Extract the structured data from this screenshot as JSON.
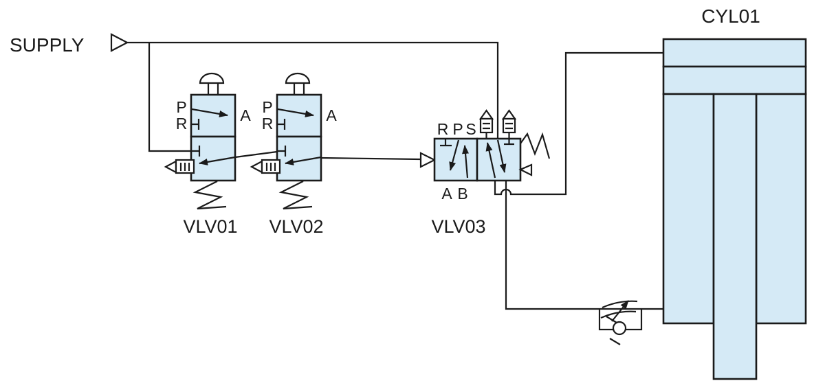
{
  "colors": {
    "component_fill": "#d5eaf6",
    "line": "#1a1a1a",
    "background": "#ffffff"
  },
  "supply": {
    "label": "SUPPLY"
  },
  "valves": {
    "vlv01": {
      "name": "VLV01",
      "type": "3/2 push-button valve, spring return",
      "ports": {
        "p": "P",
        "r": "R",
        "a": "A"
      }
    },
    "vlv02": {
      "name": "VLV02",
      "type": "3/2 push-button valve, spring return",
      "ports": {
        "p": "P",
        "r": "R",
        "a": "A"
      }
    },
    "vlv03": {
      "name": "VLV03",
      "type": "5/2 pilot valve, spring return, dual silencers",
      "ports": {
        "r": "R",
        "p": "P",
        "s": "S",
        "a": "A",
        "b": "B"
      }
    }
  },
  "cylinder": {
    "name": "CYL01",
    "type": "single-rod cylinder, vertical"
  }
}
